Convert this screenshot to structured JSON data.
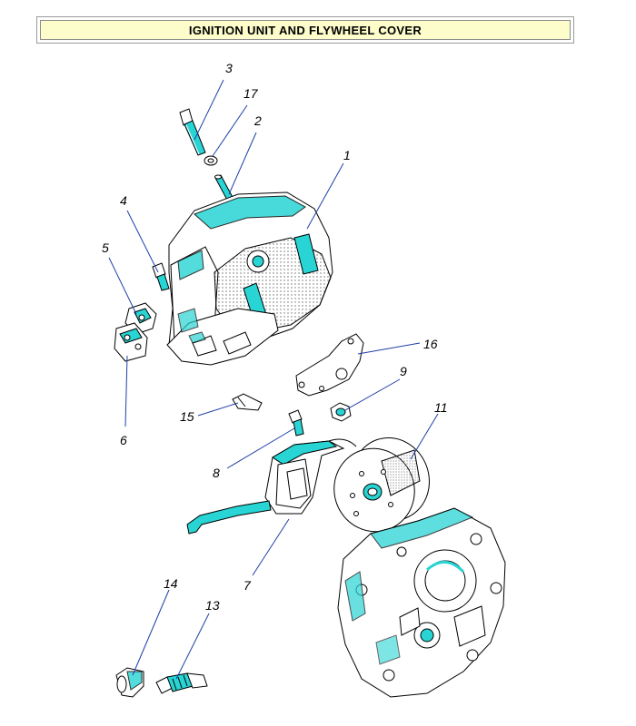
{
  "title": "IGNITION UNIT AND FLYWHEEL COVER",
  "colors": {
    "line": "#000000",
    "leader": "#1f3fa6",
    "highlight": "#29d4d4",
    "title_bg": "#fdfccb",
    "dots": "#6a6a6a"
  },
  "callouts": {
    "c1": "1",
    "c2": "2",
    "c3": "3",
    "c4": "4",
    "c5": "5",
    "c6": "6",
    "c7": "7",
    "c8": "8",
    "c9": "9",
    "c11": "11",
    "c13": "13",
    "c14": "14",
    "c15": "15",
    "c16": "16",
    "c17": "17"
  }
}
